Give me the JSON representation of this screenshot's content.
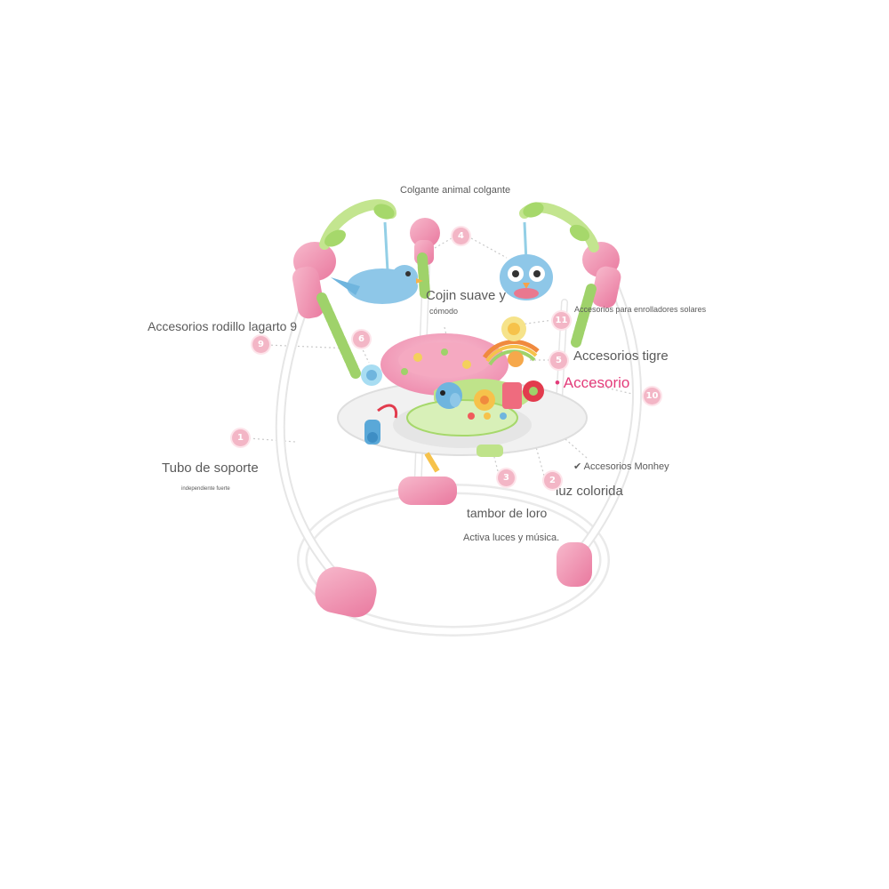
{
  "labels": {
    "hanging_animal": "Colgante animal colgante",
    "soft_cushion_line1": "Cojin suave y",
    "soft_cushion_line2": "cómodo",
    "solar_roller": "Accesorios para enrolladores solares",
    "lizard_roller": "Accesorios rodillo lagarto 9",
    "tiger": "Accesorios tigre",
    "accessory": "• Accesorio",
    "support_tube": "Tubo de soporte",
    "support_tube_sub": "independiente fuerte",
    "monkey": "✔ Accesorios Monhey",
    "colorful_light": "luz colorida",
    "parrot_drum": "tambor de loro",
    "lights_music": "Activa luces y música."
  },
  "badges": [
    "1",
    "2",
    "3",
    "4",
    "5",
    "6",
    "9",
    "10",
    "11"
  ],
  "colors": {
    "frame_pink": "#f29bb5",
    "leaf_green": "#a6d86b",
    "accent_text": "#e33c7a",
    "badge": "#f3b6c6"
  }
}
